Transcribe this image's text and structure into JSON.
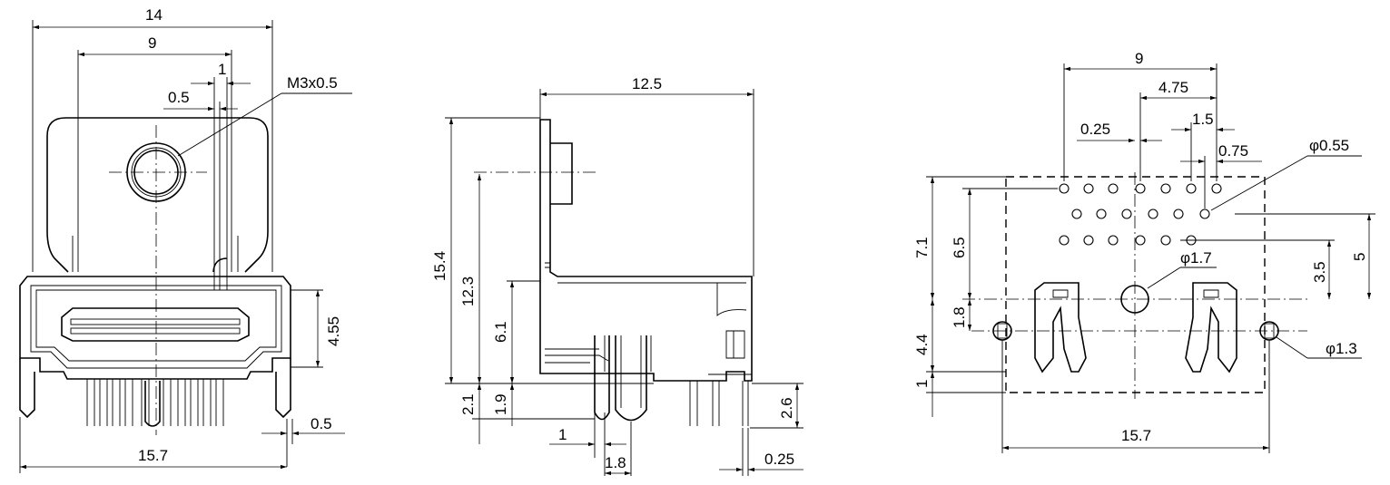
{
  "front_view": {
    "width_top": "14",
    "width_inner": "9",
    "pin_width": "1",
    "pin_offset": "0.5",
    "thread": "M3x0.5",
    "height_port": "4.55",
    "pin_thickness": "0.5",
    "width_bottom": "15.7"
  },
  "side_view": {
    "depth": "12.5",
    "total_height": "15.4",
    "hole_height": "12.3",
    "body_height": "6.1",
    "standoff": "2.1",
    "pin_length": "1.9",
    "pin_pitch": "1",
    "pin_spacing": "1.8",
    "leg_length": "2.6",
    "leg_thickness": "0.25"
  },
  "footprint_view": {
    "span_pads": "9",
    "half_span": "4.75",
    "row_offset": "0.25",
    "pitch": "1.5",
    "edge_offset": "0.75",
    "pad_diameter": "φ0.55",
    "row_height_total": "7.1",
    "row_height": "6.5",
    "center_hole": "φ1.7",
    "hole_height": "3.5",
    "outer_height": "5",
    "slot_height": "1.8",
    "lower_height": "4.4",
    "bottom_offset": "1",
    "mount_hole": "φ1.3",
    "total_width": "15.7"
  }
}
